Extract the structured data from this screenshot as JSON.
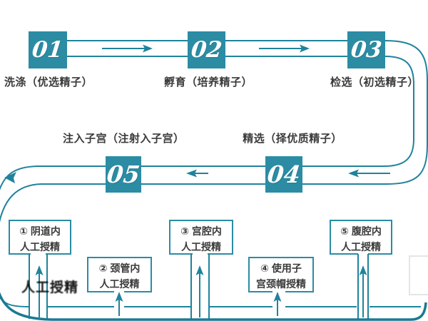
{
  "colors": {
    "teal_box": "#2b8ca4",
    "line": "#1f839c",
    "bottom_line": "#1b7a92",
    "label_text": "#3b3b3b",
    "faint_box_border": "#e4e6e6",
    "watermark": "#000000"
  },
  "top_steps": [
    {
      "number": "01",
      "label": "洗涤（优选精子）"
    },
    {
      "number": "02",
      "label": "孵育（培养精子）"
    },
    {
      "number": "03",
      "label": "检选（初选精子）"
    }
  ],
  "middle_steps": [
    {
      "number": "05",
      "label": "注入子宫（注射入子宫）"
    },
    {
      "number": "04",
      "label": "精选（择优质精子）"
    }
  ],
  "methods": [
    {
      "line1": "① 阴道内",
      "line2": "人工授精"
    },
    {
      "line1": "② 颈管内",
      "line2": "人工授精"
    },
    {
      "line1": "③ 宫腔内",
      "line2": "人工授精"
    },
    {
      "line1": "④ 使用子",
      "line2": "宫颈帽授精"
    },
    {
      "line1": "⑤ 腹腔内",
      "line2": "人工授精"
    }
  ],
  "watermark": "人工授精"
}
